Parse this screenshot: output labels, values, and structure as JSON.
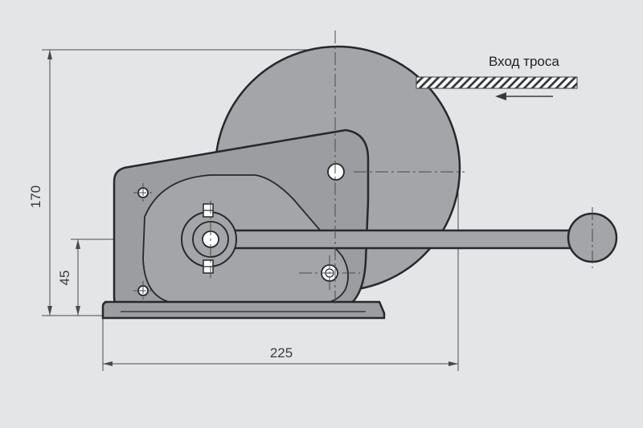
{
  "diagram": {
    "cable_entry_label": "Вход троса",
    "dimensions": {
      "height_total": "170",
      "height_axis": "45",
      "width_total": "225"
    },
    "colors": {
      "background": "#e4e5e7",
      "body_fill": "#9b9da1",
      "drum_fill": "#a3a5a9",
      "outline": "#26282b",
      "line": "#4a4a4a"
    }
  }
}
